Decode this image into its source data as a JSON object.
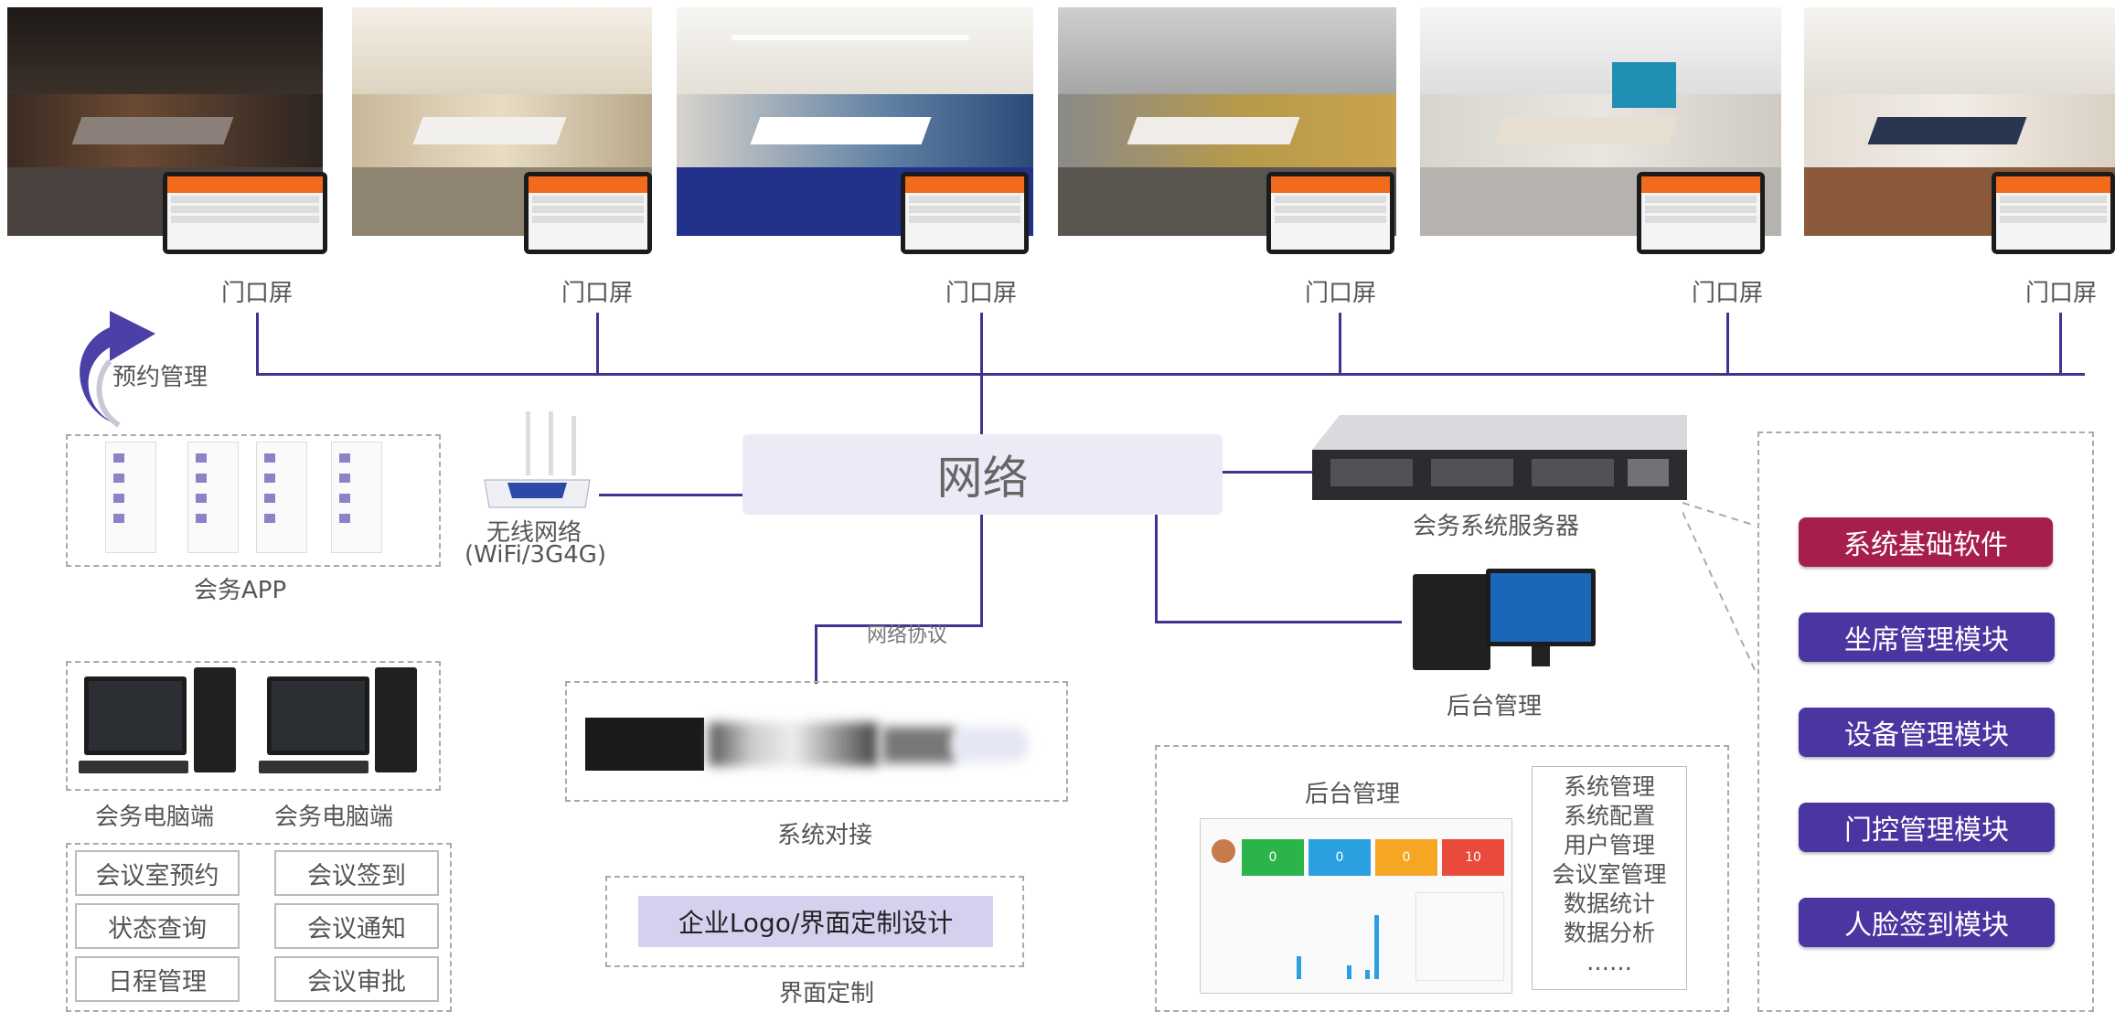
{
  "door_label": "门口屏",
  "booking": "预约管理",
  "network": "网络",
  "wireless_line1": "无线网络",
  "wireless_line2": "(WiFi/3G4G)",
  "app_label": "会务APP",
  "server_label": "会务系统服务器",
  "backend_label": "后台管理",
  "protocol_label": "网络协议",
  "integration_label": "系统对接",
  "pc_label": "会务电脑端",
  "custom_button": "企业Logo/界面定制设计",
  "custom_label": "界面定制",
  "backend_panel_title": "后台管理",
  "backend_features": [
    "系统管理",
    "系统配置",
    "用户管理",
    "会议室管理",
    "数据统计",
    "数据分析",
    "……"
  ],
  "functions": [
    "会议室预约",
    "会议签到",
    "状态查询",
    "会议通知",
    "日程管理",
    "会议审批"
  ],
  "modules": [
    {
      "label": "系统基础软件",
      "color": "#a61e4d"
    },
    {
      "label": "坐席管理模块",
      "color": "#4b35a0"
    },
    {
      "label": "设备管理模块",
      "color": "#4b35a0"
    },
    {
      "label": "门控管理模块",
      "color": "#4b35a0"
    },
    {
      "label": "人脸签到模块",
      "color": "#4b35a0"
    }
  ],
  "dashboard_tiles": [
    "0",
    "0",
    "0",
    "10"
  ],
  "line_color": "#3d3590"
}
